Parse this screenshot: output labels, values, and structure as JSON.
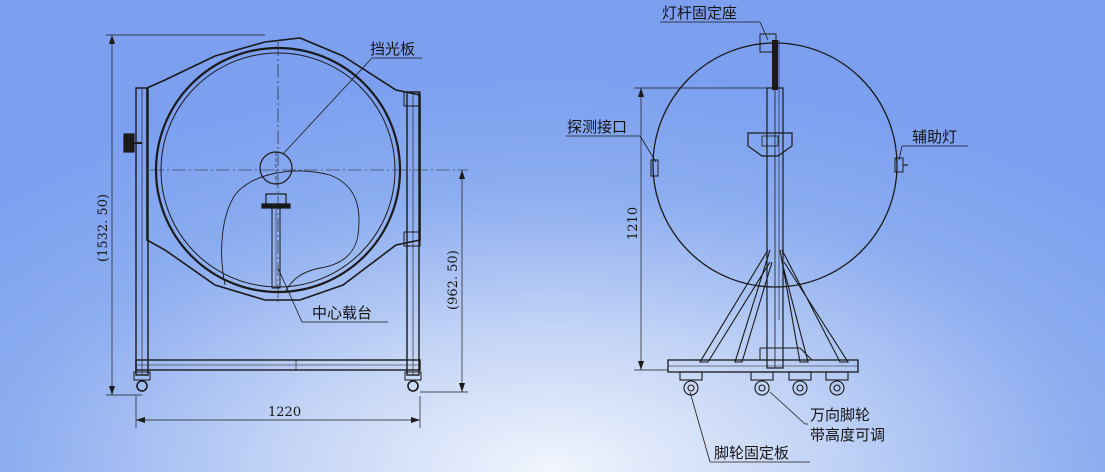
{
  "colors": {
    "background_edge": "#7c9ff0",
    "background_center": "#f1f5fd",
    "line": "#1a1a1a"
  },
  "front_view": {
    "labels": {
      "baffle": "挡光板",
      "center_stage": "中心载台"
    },
    "dimensions": {
      "total_height": "(1532. 50)",
      "center_height": "(962. 50)",
      "base_width": "1220"
    }
  },
  "side_view": {
    "labels": {
      "lamp_pole_mount": "灯杆固定座",
      "detector_port": "探测接口",
      "auxiliary_lamp": "辅助灯",
      "caster_line1": "万向脚轮",
      "caster_line2": "带高度可调",
      "caster_plate": "脚轮固定板"
    },
    "dimensions": {
      "sphere_height": "1210"
    }
  }
}
